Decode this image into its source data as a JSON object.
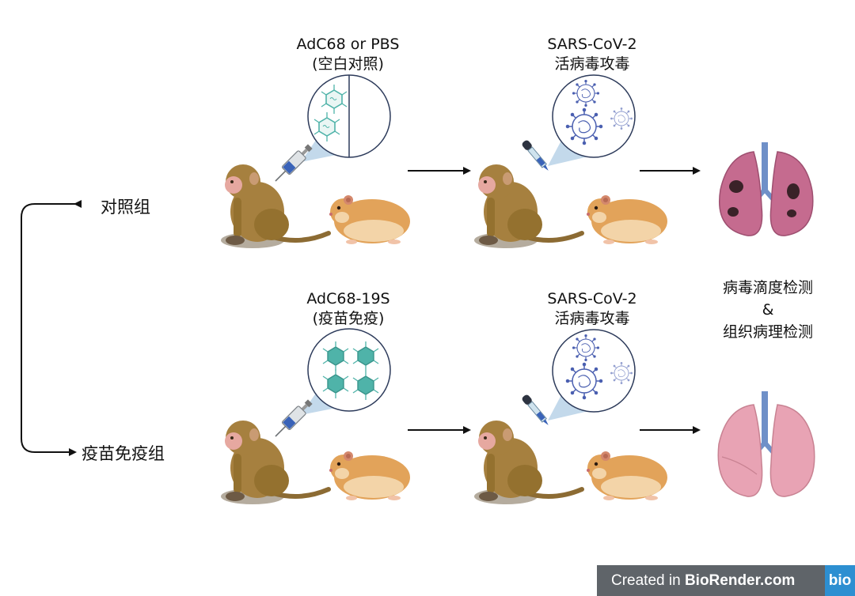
{
  "groups": {
    "control": "对照组",
    "vaccine": "疫苗免疫组"
  },
  "row1": {
    "injection_line1": "AdC68 or PBS",
    "injection_line2": "(空白对照)",
    "challenge_line1": "SARS-CoV-2",
    "challenge_line2": "活病毒攻毒"
  },
  "row2": {
    "injection_line1": "AdC68-19S",
    "injection_line2": "(疫苗免疫)",
    "challenge_line1": "SARS-CoV-2",
    "challenge_line2": "活病毒攻毒"
  },
  "readout": {
    "line1": "病毒滴度检测",
    "line2": "&",
    "line3": "组织病理检测"
  },
  "credit": {
    "prefix": "Created in ",
    "brand": "BioRender.com",
    "logo": "bio"
  },
  "colors": {
    "monkey": "#a6803f",
    "hamster": "#e2a35a",
    "virus_blue": "#4a5fb0",
    "vector_teal": "#4fb3a9",
    "lung_infected": "#c56b8f",
    "lung_healthy": "#e8a3b4"
  }
}
